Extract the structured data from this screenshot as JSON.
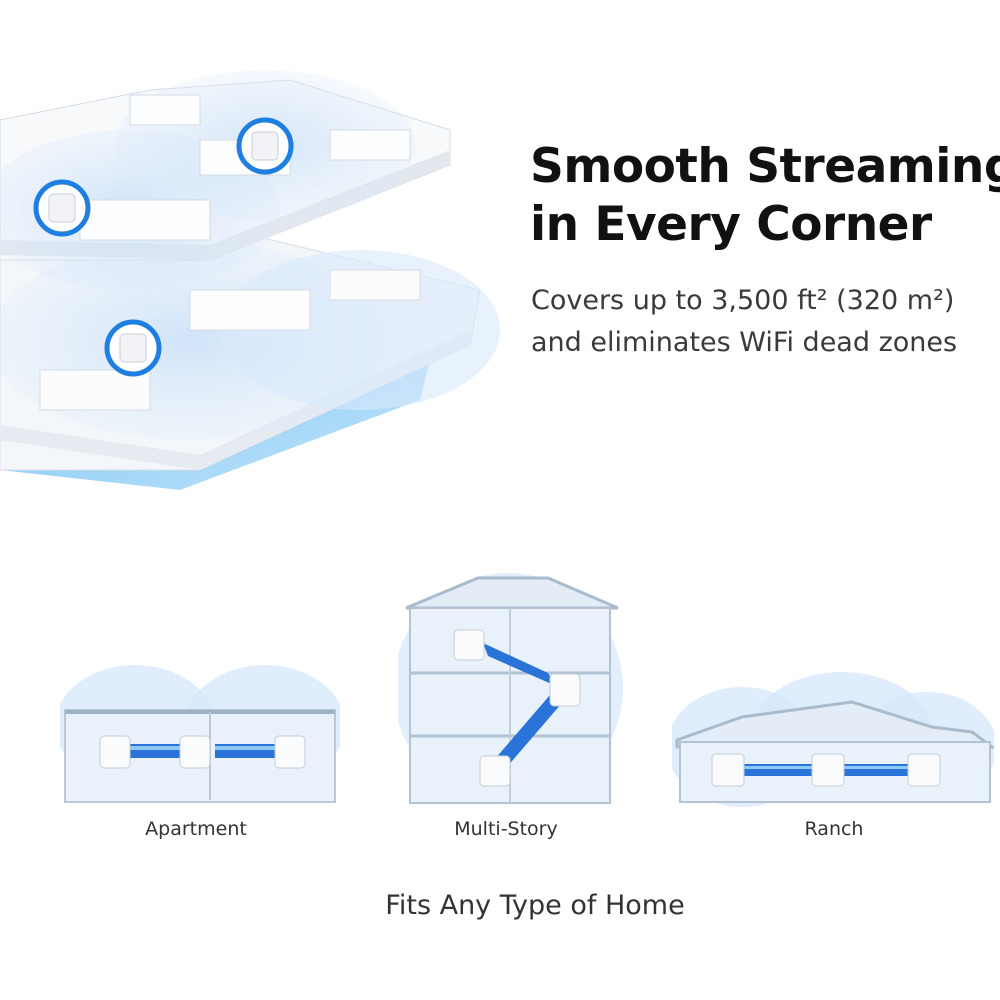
{
  "hero": {
    "title_line1": "Smooth Streaming",
    "title_line2": "in Every Corner",
    "subtitle_line1": "Covers up to 3,500 ft² (320 m²)",
    "subtitle_line2": "and eliminates WiFi dead zones"
  },
  "home_types": [
    {
      "label": "Apartment",
      "icon": "apartment-mesh-illustration"
    },
    {
      "label": "Multi-Story",
      "icon": "multi-story-mesh-illustration"
    },
    {
      "label": "Ranch",
      "icon": "ranch-mesh-illustration"
    }
  ],
  "footer": {
    "caption": "Fits Any Type of Home"
  },
  "colors": {
    "accent_blue": "#1f7fe0",
    "signal_blue": "#2a73d9",
    "wifi_halo": "#cfe3fb",
    "floor_blue": "#7cc6f2"
  }
}
